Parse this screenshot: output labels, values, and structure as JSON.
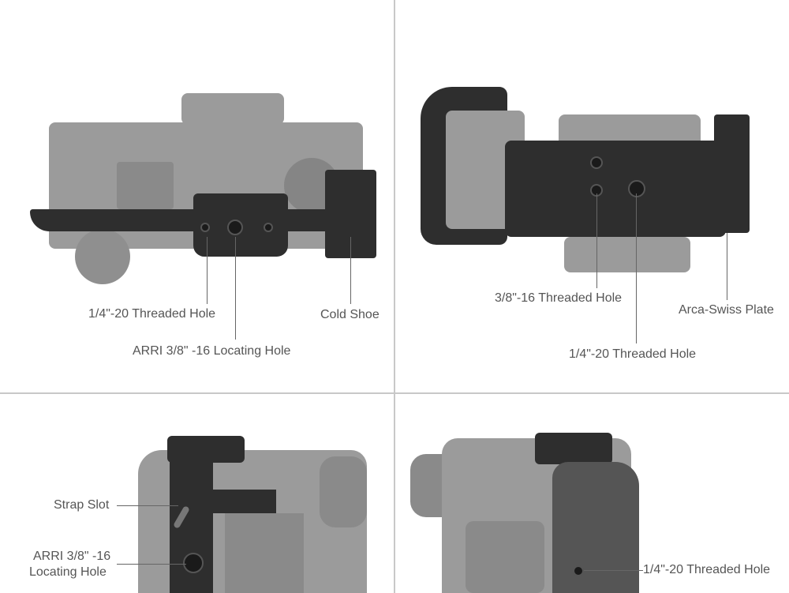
{
  "panels": {
    "top_left": {
      "labels": [
        "1/4\"-20 Threaded Hole",
        "ARRI 3/8\" -16 Locating Hole",
        "Cold Shoe"
      ]
    },
    "top_right": {
      "labels": [
        "3/8\"-16 Threaded Hole",
        "1/4\"-20 Threaded Hole",
        "Arca-Swiss Plate"
      ]
    },
    "bottom_left": {
      "labels": [
        "Strap Slot",
        "ARRI 3/8\" -16",
        "Locating Hole"
      ]
    },
    "bottom_right": {
      "labels": [
        "1/4\"-20 Threaded Hole"
      ]
    }
  },
  "colors": {
    "camera": "#9b9b9b",
    "cage": "#2e2e2e",
    "label": "#555555",
    "divider": "#c8c8c8"
  }
}
